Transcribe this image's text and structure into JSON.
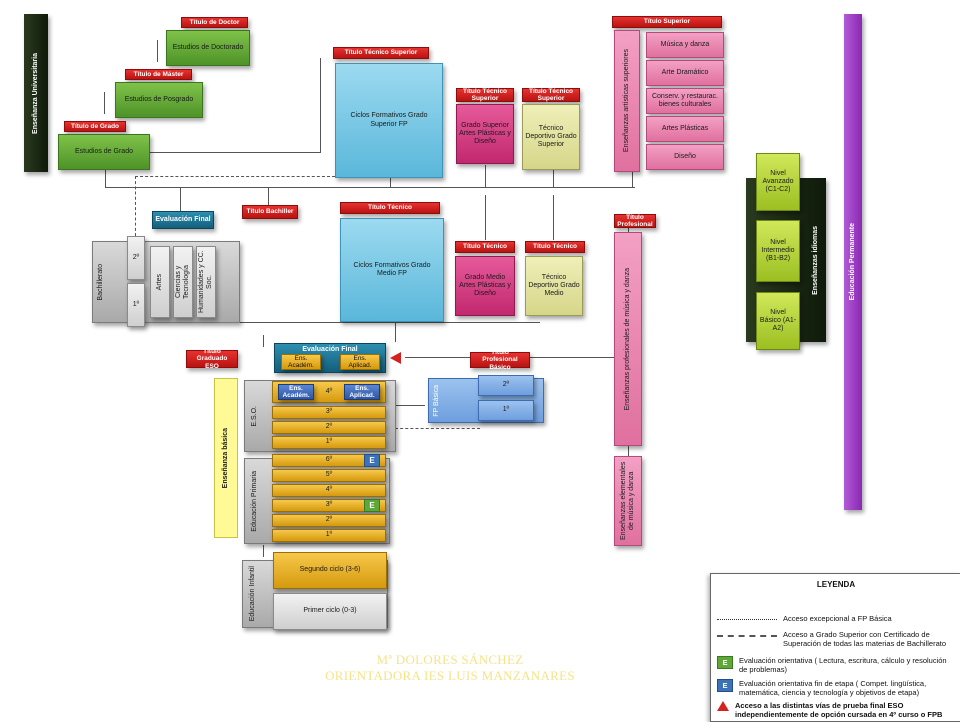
{
  "university": {
    "column_label": "Enseñanza Universitaria",
    "grado_title": "Título de Grado",
    "grado": "Estudios de Grado",
    "master_title": "Título de Máster",
    "posgrado": "Estudios de Posgrado",
    "doctor_title": "Título de Doctor",
    "doctorado": "Estudios de Doctorado"
  },
  "fp": {
    "tecnico_superior_title": "Título Técnico Superior",
    "grado_superior": "Ciclos Formativos Grado Superior FP",
    "tecnico_title": "Título Técnico",
    "grado_medio": "Ciclos Formativos Grado Medio FP",
    "profesional_basico_title": "Título Profesional Básico",
    "fp_basica": "FP Básica",
    "fp_basica_2": "2º",
    "fp_basica_1": "1º"
  },
  "artes": {
    "ts_title": "Título Técnico Superior",
    "superior": "Grado Superior Artes Plásticas y Diseño",
    "t_title": "Título Técnico",
    "medio": "Grado Medio Artes Plásticas y Diseño"
  },
  "deporte": {
    "ts_title": "Título Técnico Superior",
    "superior": "Técnico Deportivo Grado Superior",
    "t_title": "Título Técnico",
    "medio": "Técnico Deportivo Grado Medio"
  },
  "artisticas": {
    "title": "Título Superior",
    "column_label": "Enseñanzas artísticas superiores",
    "items": [
      "Música y danza",
      "Arte Dramático",
      "Conserv. y restaurac. bienes culturales",
      "Artes Plásticas",
      "Diseño"
    ],
    "profesional_title": "Título Profesional",
    "profesional_label": "Enseñanzas profesionales de música y danza",
    "elementales_label": "Enseñanzas elementales de música y danza"
  },
  "idiomas": {
    "column_label": "Enseñanzas idiomas",
    "avanzado": "Nivel Avanzado (C1-C2)",
    "intermedio": "Nivel Intermedio (B1-B2)",
    "basico": "Nivel Básico (A1-A2)"
  },
  "permanente": {
    "label": "Educación Permanente"
  },
  "bachillerato": {
    "label": "Bachillerato",
    "evaluacion": "Evaluación Final",
    "titulo": "Título Bachiller",
    "year2": "2º",
    "year1": "1º",
    "modalidades": [
      "Artes",
      "Ciencias y Tecnología",
      "Humanidades y CC. Soc."
    ]
  },
  "eso": {
    "label": "E.S.O.",
    "evaluacion": "Evaluación Final",
    "ens_acad": "Ens. Académ.",
    "ens_aplic": "Ens. Aplicad.",
    "titulo": "Título Graduado ESO",
    "years": [
      "4º",
      "3º",
      "2º",
      "1º"
    ]
  },
  "basica": {
    "label": "Enseñanza básica"
  },
  "primaria": {
    "label": "Educación Primaria",
    "years": [
      "6º",
      "5º",
      "4º",
      "3º",
      "2º",
      "1º"
    ],
    "badge_e": "E"
  },
  "infantil": {
    "label": "Educación Infantil",
    "segundo": "Segundo ciclo (3-6)",
    "primero": "Primer ciclo (0-3)"
  },
  "legend": {
    "title": "LEYENDA",
    "rows": [
      "Acceso excepcional a FP Básica",
      "Acceso a Grado Superior con Certificado de Superación de todas las materias de Bachillerato",
      "Evaluación orientativa ( Lectura, escritura, cálculo y resolución de problemas)",
      "Evaluación orientativa fin de etapa ( Compet. lingüística, matemática, ciencia y tecnología y objetivos de etapa)",
      "Acceso a las distintas vías de prueba final ESO independientemente de opción cursada en 4º curso o FPB"
    ],
    "badge_e": "E"
  },
  "author": {
    "line1": "Mª DOLORES SÁNCHEZ",
    "line2": "ORIENTADORA IES LUIS MANZANARES"
  },
  "colors": {
    "accent_red": "#d42220",
    "purple": "#9b3cc4",
    "gold": "#e6a91b"
  }
}
